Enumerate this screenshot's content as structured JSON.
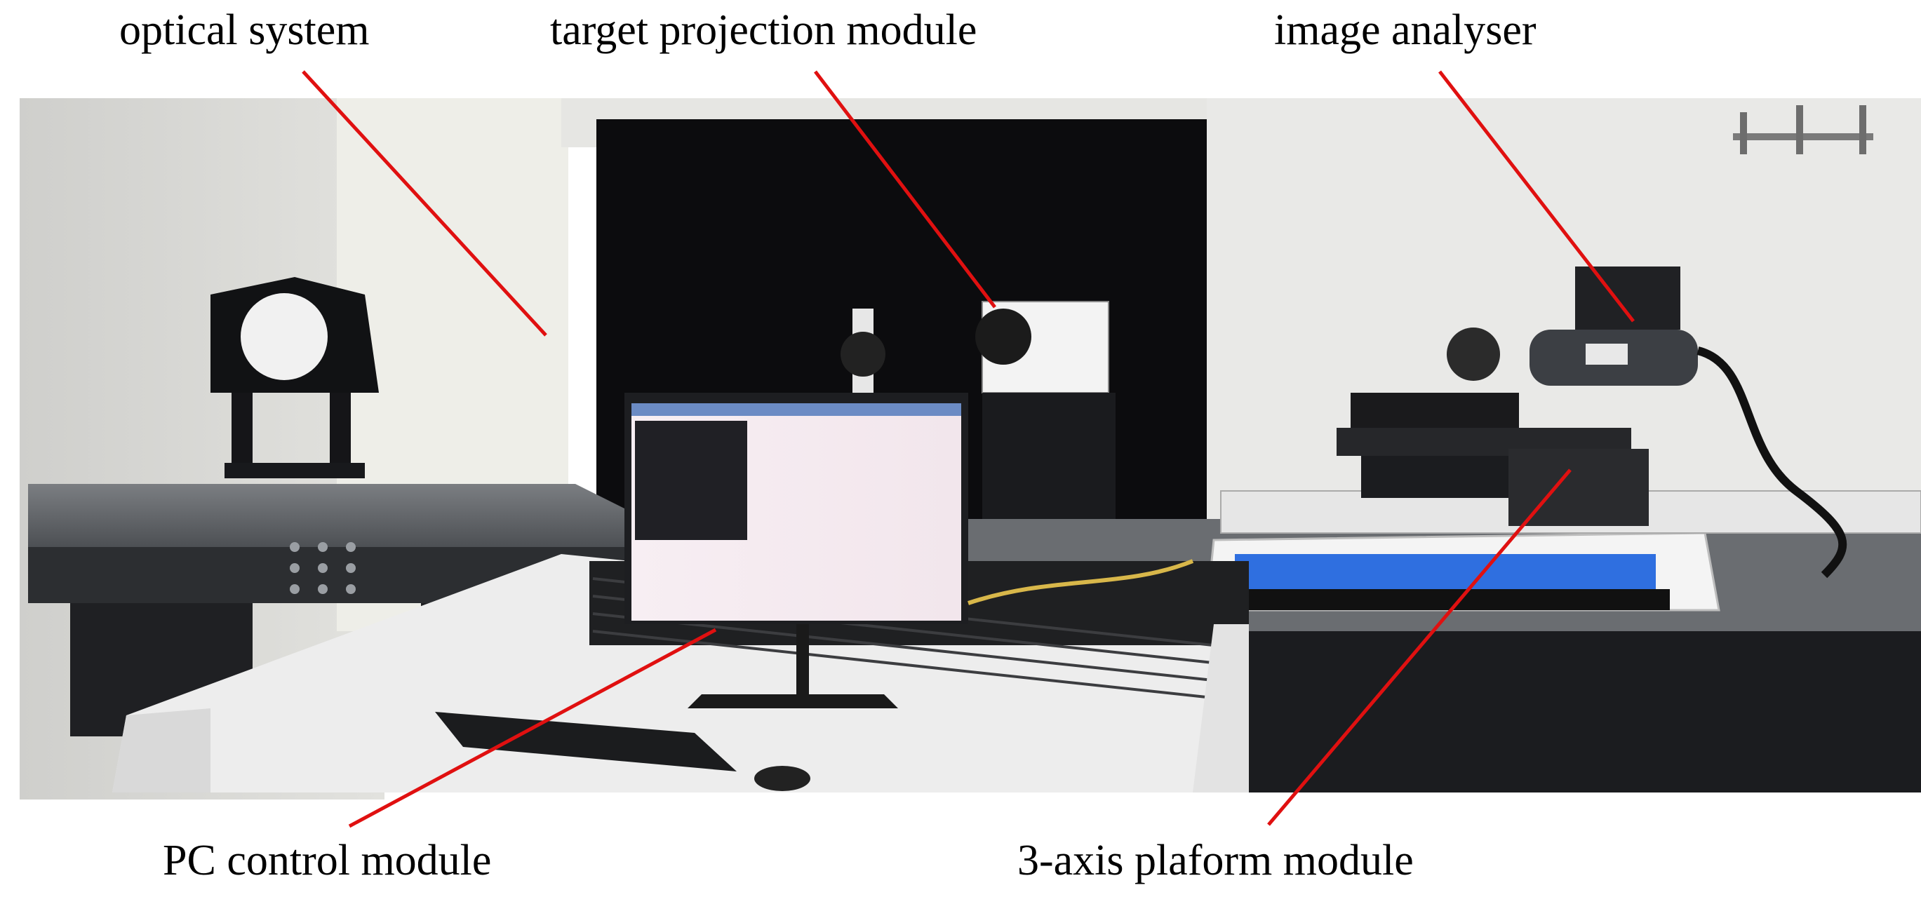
{
  "figure": {
    "labels": {
      "optical_system": "optical system",
      "target_projection_module": "target projection module",
      "image_analyser": "image analyser",
      "pc_control_module": "PC control module",
      "three_axis_platform_module": "3-axis plaform module"
    },
    "colors": {
      "leader_line": "#e01010",
      "curtain": "#0c0c0e",
      "wall": "#e9e9e6",
      "table_top": "#5f6266",
      "desk": "#ededed",
      "monitor_screen": "#f3e9ee",
      "blue_panel": "#2f6fe0"
    }
  }
}
